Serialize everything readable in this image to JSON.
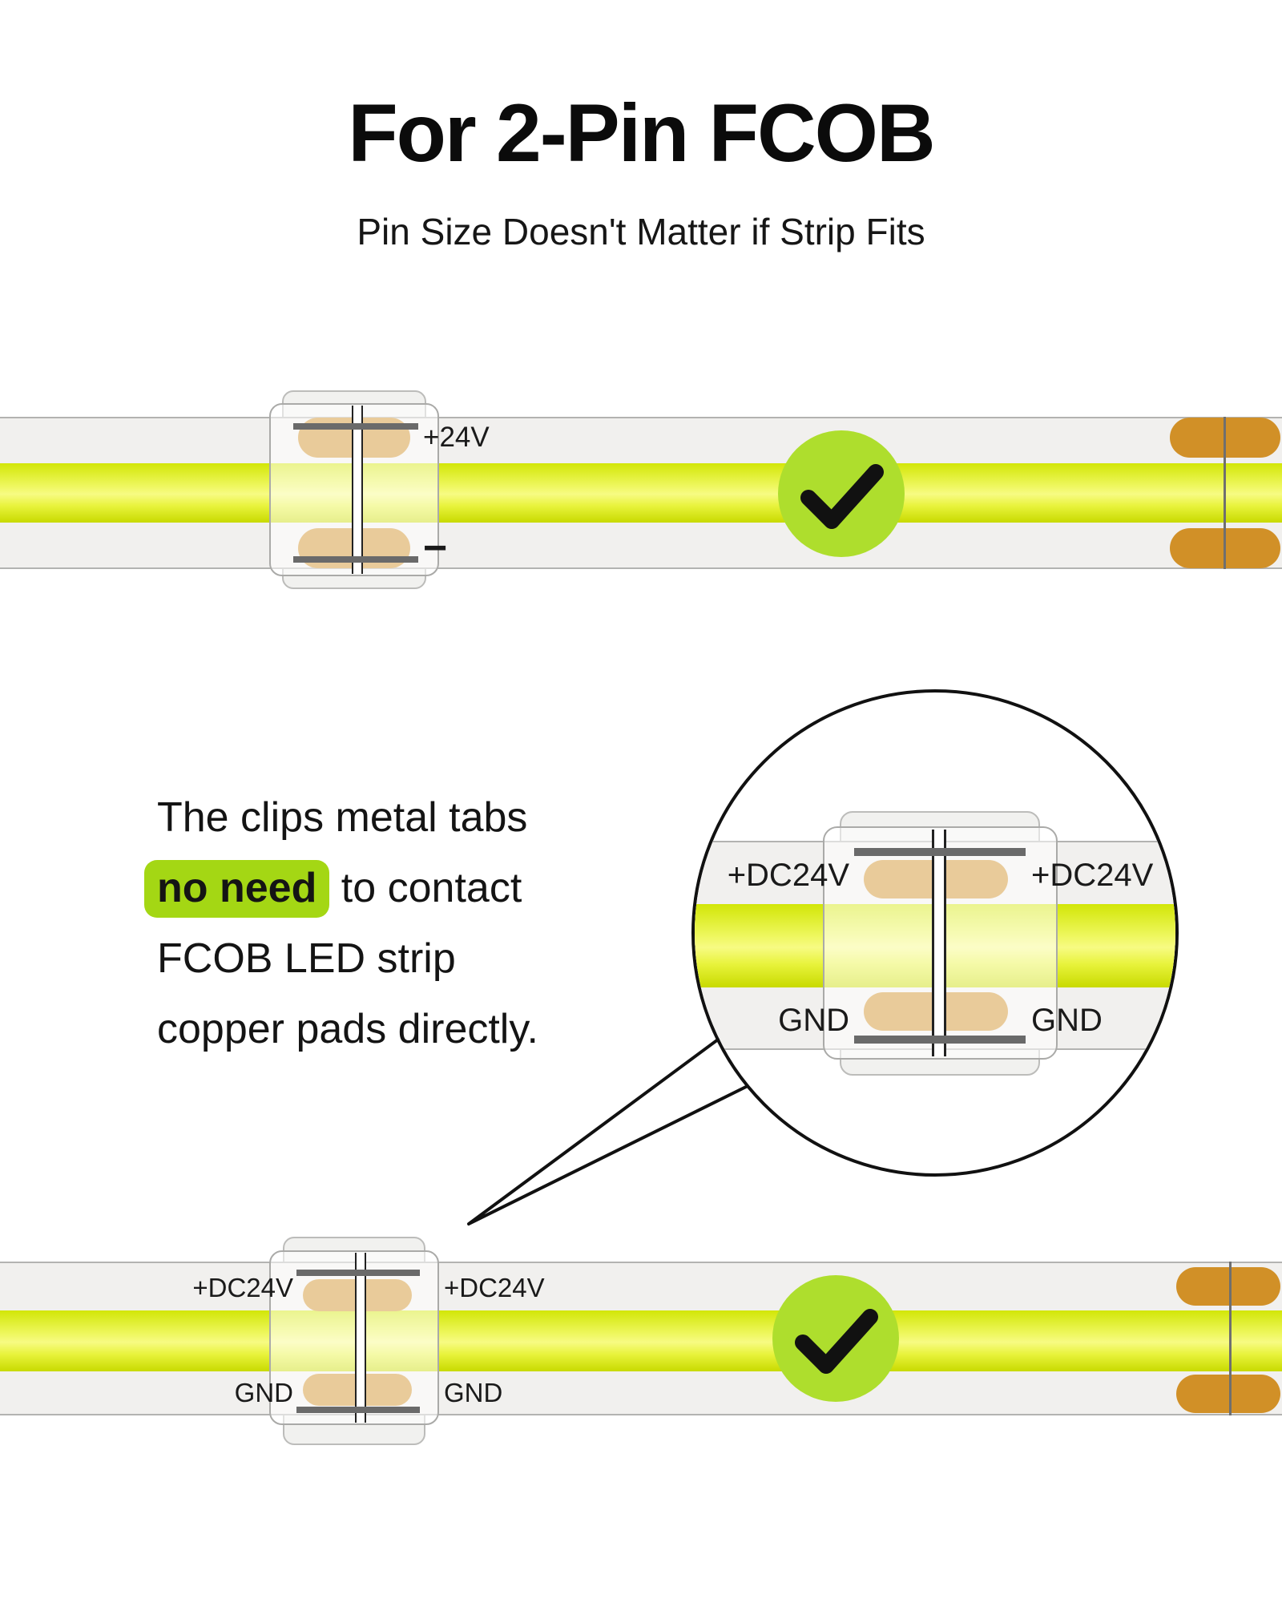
{
  "title": "For 2-Pin FCOB",
  "subtitle": "Pin Size Doesn't Matter if Strip Fits",
  "note": {
    "line1": "The clips metal tabs",
    "highlight": "no need",
    "line2_rest": " to contact",
    "line3": "FCOB LED strip",
    "line4": "copper pads directly."
  },
  "top_diagram": {
    "labels": {
      "positive": "+24V",
      "negative": "−"
    },
    "status_icon": "check"
  },
  "magnifier": {
    "labels": {
      "dc24v_left": "+DC24V",
      "dc24v_right": "+DC24V",
      "gnd_left": "GND",
      "gnd_right": "GND"
    }
  },
  "bottom_diagram": {
    "labels": {
      "dc24v_left": "+DC24V",
      "dc24v_right": "+DC24V",
      "gnd_left": "GND",
      "gnd_right": "GND"
    },
    "status_icon": "check"
  },
  "colors": {
    "accent_green": "#aede2d",
    "highlight_green": "#a4d714",
    "copper_pad": "#d19027",
    "strip_yellow": "#e8f442",
    "metal_tab": "#6a6a6a"
  }
}
